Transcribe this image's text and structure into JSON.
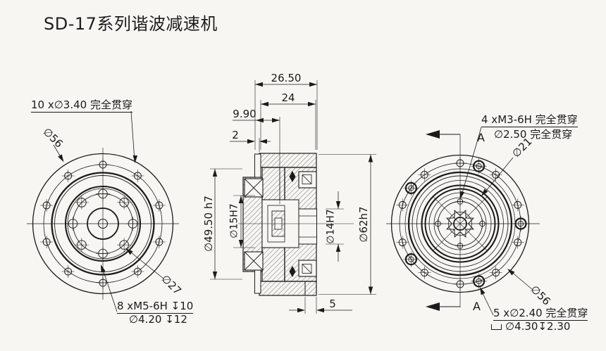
{
  "title": "SD-17系列谐波减速机",
  "colors": {
    "background": "#f7f6f3",
    "line": "#1b1b1c"
  },
  "left_view": {
    "callout_holes_outer": "10 x∅3.40 完全贯穿",
    "label_bolt_circle": "∅56",
    "label_inner_circle": "∅27",
    "callout_holes_inner_line1": "8 xM5-6H ↧10",
    "callout_holes_inner_line2": "∅4.20 ↧12"
  },
  "section_view": {
    "dim_width_total": "26.50",
    "dim_width_flange": "24",
    "dim_offset_1": "9.90",
    "dim_offset_2": "2",
    "dim_output_boss": "5",
    "dim_dia_49_50": "∅49.50 h7",
    "dim_dia_15": "∅15H7",
    "dim_dia_14": "∅14H7",
    "dim_dia_62": "∅62h7"
  },
  "right_view": {
    "callout_tapped_line1": "4 xM3-6H 完全贯穿",
    "callout_tapped_line2": "∅2.50 完全贯穿",
    "label_bolt_circle_21": "∅21",
    "label_bolt_circle_56": "∅56",
    "callout_cbore_line1": "5 x∅2.40 完全贯穿",
    "callout_cbore_dia": "∅4.30",
    "callout_cbore_depth": "↧2.30",
    "section_marker_top": "A",
    "section_marker_bottom": "A"
  }
}
